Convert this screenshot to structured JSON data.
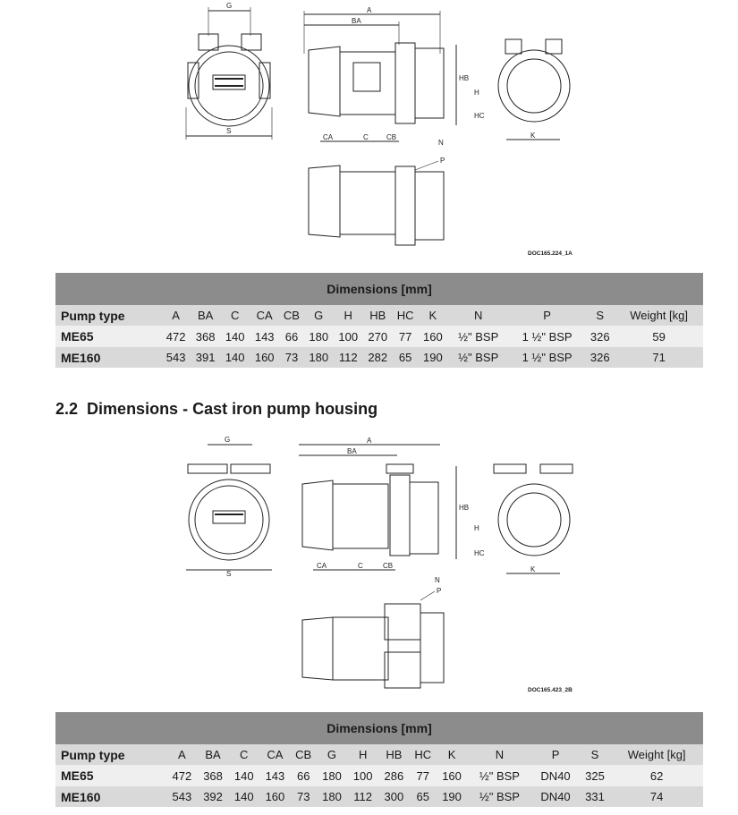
{
  "drawing1": {
    "doc_code": "DOC165.224_1A"
  },
  "drawing2": {
    "doc_code": "DOC165.423_2B"
  },
  "labels": {
    "A": "A",
    "BA": "BA",
    "G": "G",
    "S": "S",
    "HB": "HB",
    "H": "H",
    "HC": "HC",
    "K": "K",
    "CA": "CA",
    "C": "C",
    "CB": "CB",
    "N": "N",
    "P": "P"
  },
  "table1": {
    "caption": "Dimensions [mm]",
    "headers": [
      "Pump type",
      "A",
      "BA",
      "C",
      "CA",
      "CB",
      "G",
      "H",
      "HB",
      "HC",
      "K",
      "N",
      "P",
      "S",
      "Weight [kg]"
    ],
    "rows": [
      [
        "ME65",
        "472",
        "368",
        "140",
        "143",
        "66",
        "180",
        "100",
        "270",
        "77",
        "160",
        "½\" BSP",
        "1 ½\" BSP",
        "326",
        "59"
      ],
      [
        "ME160",
        "543",
        "391",
        "140",
        "160",
        "73",
        "180",
        "112",
        "282",
        "65",
        "190",
        "½\" BSP",
        "1 ½\" BSP",
        "326",
        "71"
      ]
    ]
  },
  "section": {
    "number": "2.2",
    "title": "Dimensions - Cast iron pump housing"
  },
  "table2": {
    "caption": "Dimensions [mm]",
    "headers": [
      "Pump type",
      "A",
      "BA",
      "C",
      "CA",
      "CB",
      "G",
      "H",
      "HB",
      "HC",
      "K",
      "N",
      "P",
      "S",
      "Weight [kg]"
    ],
    "rows": [
      [
        "ME65",
        "472",
        "368",
        "140",
        "143",
        "66",
        "180",
        "100",
        "286",
        "77",
        "160",
        "½\" BSP",
        "DN40",
        "325",
        "62"
      ],
      [
        "ME160",
        "543",
        "392",
        "140",
        "160",
        "73",
        "180",
        "112",
        "300",
        "65",
        "190",
        "½\" BSP",
        "DN40",
        "331",
        "74"
      ]
    ]
  }
}
